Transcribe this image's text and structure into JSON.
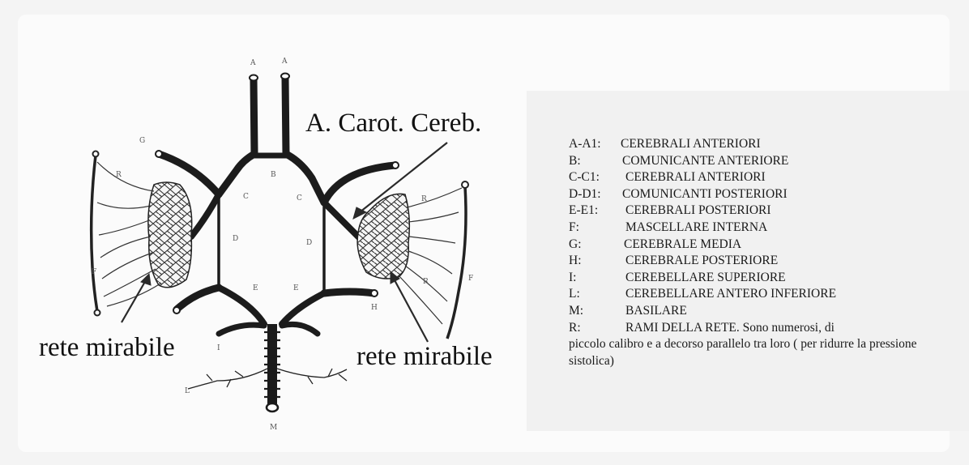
{
  "title_label": "A. Carot. Cereb.",
  "rete_label_left": "rete mirabile",
  "rete_label_right": "rete mirabile",
  "sketch_letters": {
    "top_left": "A",
    "top_right": "A",
    "b": "B",
    "c": "C",
    "c1": "C",
    "d": "D",
    "d1": "D",
    "e": "E",
    "e1": "E",
    "g": "G",
    "r_left": "R",
    "r_right": "R",
    "r_right2": "R",
    "f_left": "F",
    "f_right": "F",
    "h": "H",
    "i": "I",
    "l": "L",
    "m": "M"
  },
  "legend": [
    {
      "code": "A-A1:",
      "desc": "CEREBRALI ANTERIORI"
    },
    {
      "code": "B:",
      "desc": "COMUNICANTE ANTERIORE"
    },
    {
      "code": "C-C1:",
      "desc": "CEREBRALI ANTERIORI"
    },
    {
      "code": "D-D1:",
      "desc": "COMUNICANTI POSTERIORI"
    },
    {
      "code": "E-E1:",
      "desc": "CEREBRALI POSTERIORI"
    },
    {
      "code": "F:",
      "desc": "MASCELLARE INTERNA"
    },
    {
      "code": "G:",
      "desc": "CEREBRALE MEDIA"
    },
    {
      "code": "H:",
      "desc": "CEREBRALE POSTERIORE"
    },
    {
      "code": "I:",
      "desc": "CEREBELLARE SUPERIORE"
    },
    {
      "code": "L:",
      "desc": "CEREBELLARE ANTERO INFERIORE"
    },
    {
      "code": "M:",
      "desc": "BASILARE"
    },
    {
      "code": "R:",
      "desc": "RAMI DELLA RETE. Sono numerosi, di"
    }
  ],
  "legend_note": "piccolo calibro e a decorso parallelo tra loro ( per ridurre la pressione sistolica)"
}
